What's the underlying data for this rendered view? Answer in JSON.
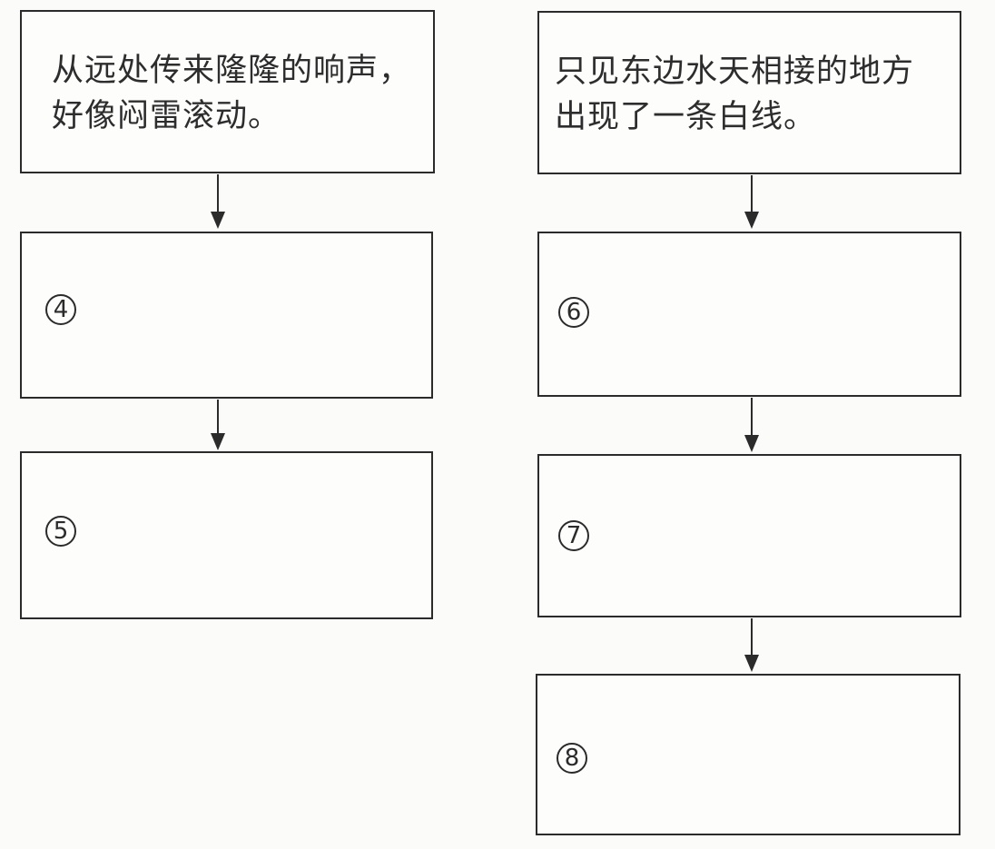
{
  "page": {
    "background_color": "#fbfbf9",
    "line_color": "#2b2b2b",
    "text_color": "#2d2d2d"
  },
  "flowchart": {
    "left_column": {
      "source_box": {
        "line1": "从远处传来隆隆的响声，",
        "line2": "好像闷雷滚动。"
      },
      "steps": [
        {
          "number": "4"
        },
        {
          "number": "5"
        }
      ]
    },
    "right_column": {
      "source_box": {
        "line1": "只见东边水天相接的地方",
        "line2": "出现了一条白线。"
      },
      "steps": [
        {
          "number": "6"
        },
        {
          "number": "7"
        },
        {
          "number": "8"
        }
      ]
    }
  }
}
